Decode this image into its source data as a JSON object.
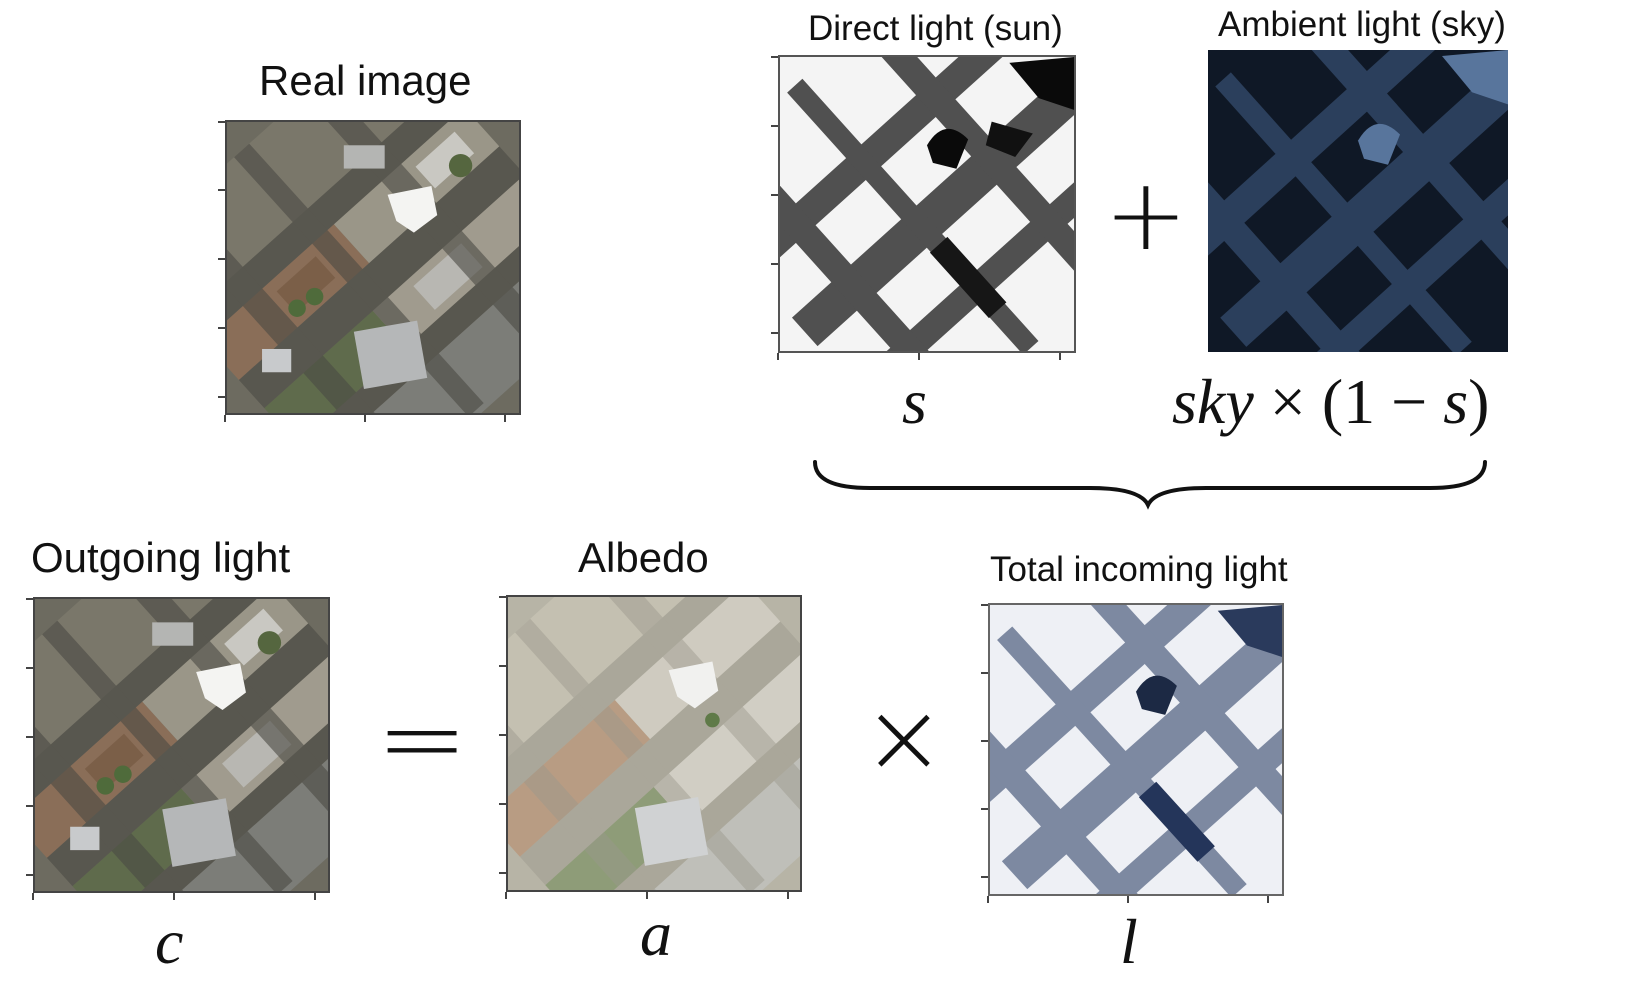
{
  "panels": {
    "real_image": {
      "title": "Real image"
    },
    "direct_light": {
      "title": "Direct light (sun)",
      "symbol": "s"
    },
    "ambient_light": {
      "title": "Ambient light (sky)",
      "symbol_var": "sky",
      "symbol_rest": " × (1 − ",
      "symbol_s": "s",
      "symbol_close": ")"
    },
    "outgoing_light": {
      "title": "Outgoing light",
      "symbol": "c"
    },
    "albedo": {
      "title": "Albedo",
      "symbol": "a"
    },
    "total_incoming": {
      "title": "Total incoming light",
      "symbol": "l"
    }
  },
  "operators": {
    "plus": "+",
    "equals": "=",
    "times": "×"
  },
  "colors": {
    "sky_tint": "#3f5a80",
    "ambient_bg": "#0f1826",
    "ink": "#111111"
  }
}
